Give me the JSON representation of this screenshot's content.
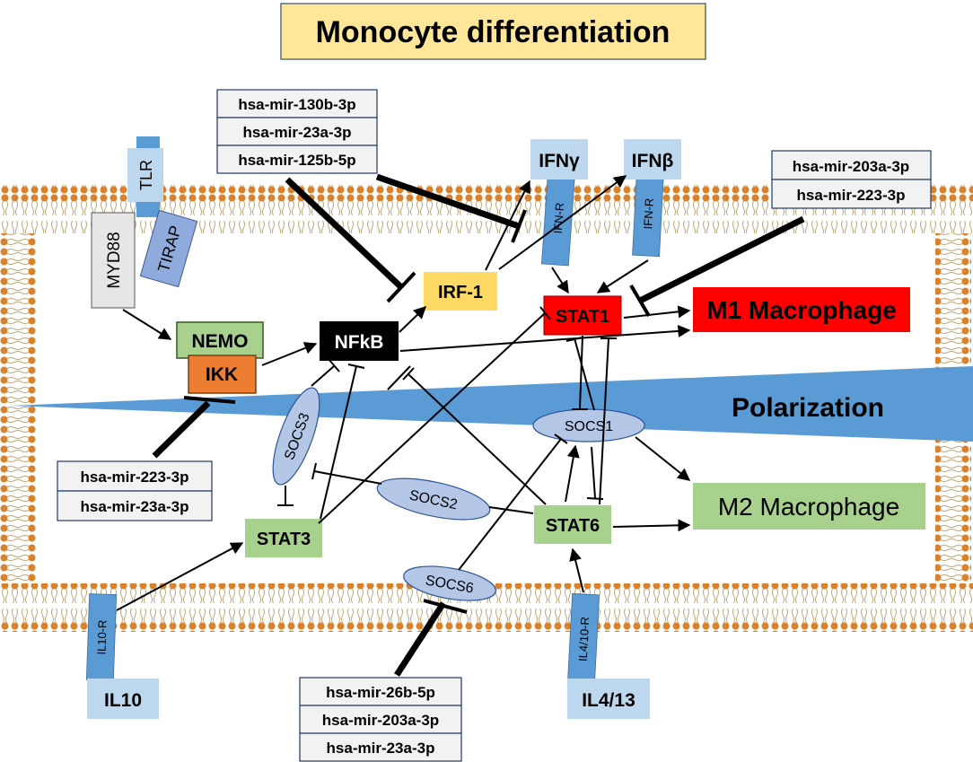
{
  "title": "Monocyte differentiation",
  "receptors": {
    "tlr": "TLR",
    "myd88": "MYD88",
    "tirap": "TIRAP",
    "ifnr_1": "IFN-R",
    "ifnr_2": "IFN-R",
    "il10r": "IL10-R",
    "il4r": "IL4/10-R"
  },
  "ligands": {
    "ifng": "IFNγ",
    "ifnb": "IFNβ",
    "il10": "IL10",
    "il4": "IL4/13"
  },
  "nodes": {
    "nemo": "NEMO",
    "ikk": "IKK",
    "nfkb": "NFkB",
    "irf1": "IRF-1",
    "stat1": "STAT1",
    "stat3": "STAT3",
    "stat6": "STAT6",
    "socs1": "SOCS1",
    "socs2": "SOCS2",
    "socs3": "SOCS3",
    "socs6": "SOCS6"
  },
  "outcomes": {
    "m1": "M1 Macrophage",
    "m2": "M2 Macrophage",
    "polarization": "Polarization"
  },
  "mirna_groups": {
    "top_left": [
      "hsa-mir-130b-3p",
      "hsa-mir-23a-3p",
      "hsa-mir-125b-5p"
    ],
    "top_right": [
      "hsa-mir-203a-3p",
      "hsa-mir-223-3p"
    ],
    "left": [
      "hsa-mir-223-3p",
      "hsa-mir-23a-3p"
    ],
    "bottom": [
      "hsa-mir-26b-5p",
      "hsa-mir-203a-3p",
      "hsa-mir-23a-3p"
    ]
  },
  "colors": {
    "membrane_head": "#d9822b",
    "membrane_tail": "#bfa77a",
    "receptor": "#5b9bd5",
    "ligand_box": "#bdd7ee",
    "nemo": "#a9d18e",
    "ikk": "#ed7d31",
    "nfkb": "#000000",
    "irf1": "#ffd966",
    "stat1": "#ff0000",
    "stat_green": "#a9d18e",
    "socs": "#b4c7e7",
    "wedge": "#5b9bd5",
    "title_bg": "#ffe699",
    "mirna_bg": "#f2f2f2"
  }
}
